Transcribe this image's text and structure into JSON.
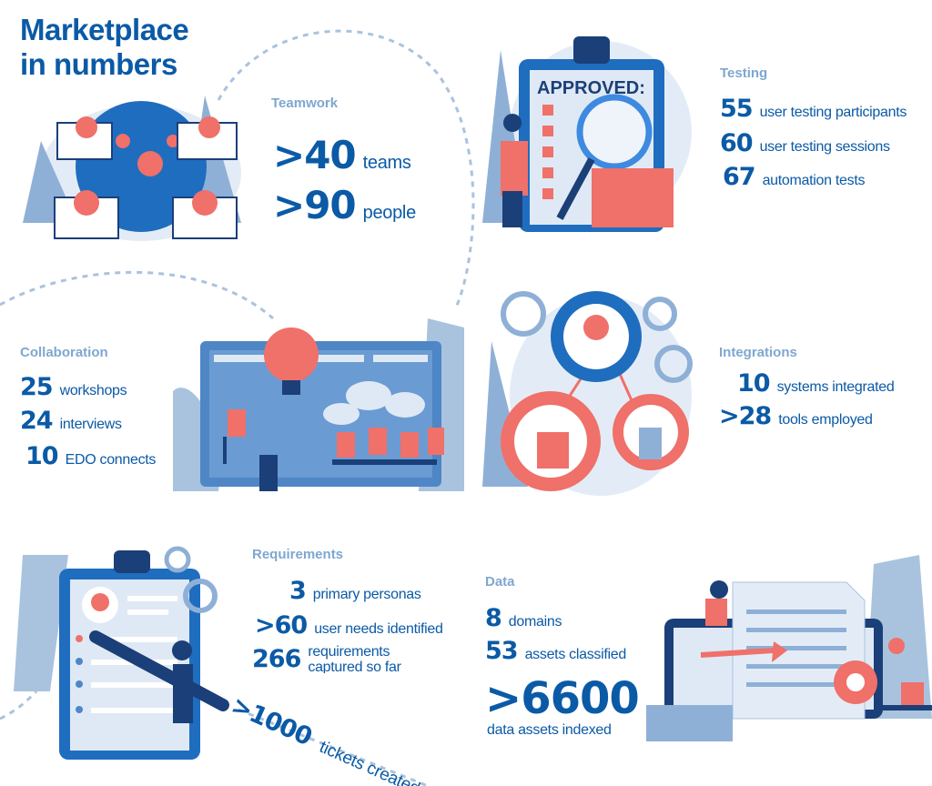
{
  "title_line1": "Marketplace",
  "title_line2": "in numbers",
  "colors": {
    "primary": "#0b5aa6",
    "heading": "#7fa7d0",
    "accent": "#f0706a",
    "light": "#dbe7f3"
  },
  "teamwork": {
    "heading": "Teamwork",
    "stats": [
      {
        "num": ">40",
        "label": "teams"
      },
      {
        "num": ">90",
        "label": "people"
      }
    ]
  },
  "testing": {
    "heading": "Testing",
    "clipboard_text": "APPROVED:",
    "stats": [
      {
        "num": "55",
        "label": "user testing participants"
      },
      {
        "num": "60",
        "label": "user testing sessions"
      },
      {
        "num": "67",
        "label": "automation tests"
      }
    ]
  },
  "collaboration": {
    "heading": "Collaboration",
    "stats": [
      {
        "num": "25",
        "label": "workshops"
      },
      {
        "num": "24",
        "label": "interviews"
      },
      {
        "num": "10",
        "label": "EDO connects"
      }
    ]
  },
  "integrations": {
    "heading": "Integrations",
    "stats": [
      {
        "num": "10",
        "label": "systems integrated"
      },
      {
        "num": ">28",
        "label": "tools employed"
      }
    ]
  },
  "requirements": {
    "heading": "Requirements",
    "stats": [
      {
        "num": "3",
        "label": "primary personas"
      },
      {
        "num": ">60",
        "label": "user needs identified"
      },
      {
        "num": "266",
        "label_line1": "requirements",
        "label_line2": "captured so far"
      }
    ],
    "tickets": {
      "num": ">1000",
      "label": "tickets created"
    }
  },
  "data": {
    "heading": "Data",
    "stats": [
      {
        "num": "8",
        "label": "domains"
      },
      {
        "num": "53",
        "label": "assets classified"
      },
      {
        "num": ">6600",
        "label": "data assets indexed"
      }
    ]
  }
}
